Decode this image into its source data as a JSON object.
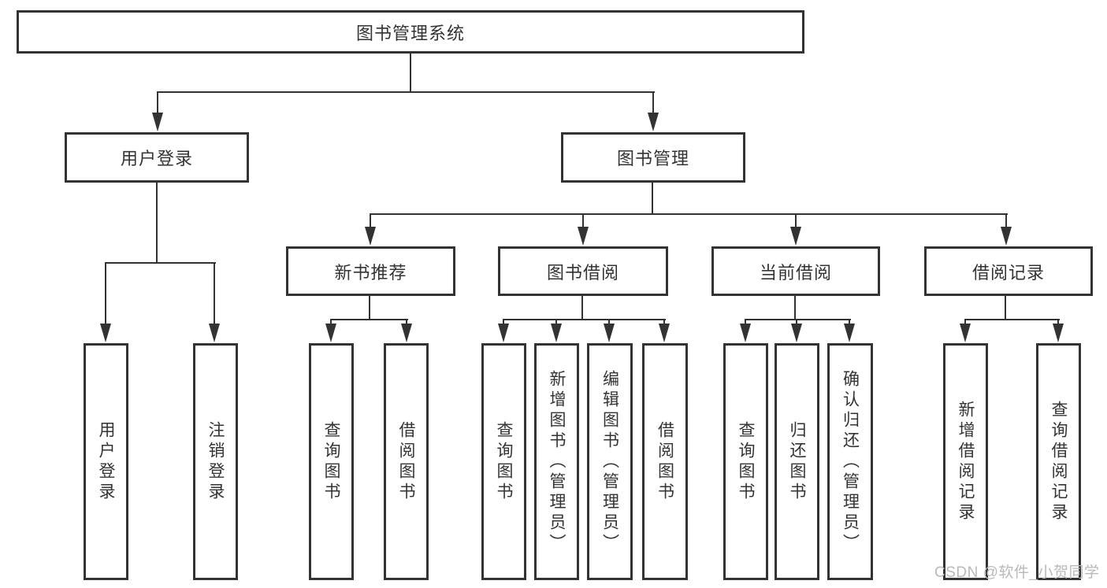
{
  "diagram": {
    "type": "hierarchy-tree",
    "root_label": "图书管理系统",
    "structure": {
      "图书管理系统": {
        "用户登录": [
          "用户登录",
          "注销登录"
        ],
        "图书管理": {
          "新书推荐": [
            "查询图书",
            "借阅图书"
          ],
          "图书借阅": [
            "查询图书",
            "新增图书（管理员）",
            "编辑图书（管理员）",
            "借阅图书"
          ],
          "当前借阅": [
            "查询图书",
            "归还图书",
            "确认归还（管理员）"
          ],
          "借阅记录": [
            "新增借阅记录",
            "查询借阅记录"
          ]
        }
      }
    }
  },
  "nodes": {
    "root": {
      "label": "图书管理系统"
    },
    "user_login": {
      "label": "用户登录"
    },
    "book_mgmt": {
      "label": "图书管理"
    },
    "new_books": {
      "label": "新书推荐"
    },
    "book_borrow": {
      "label": "图书借阅"
    },
    "current_borrow": {
      "label": "当前借阅"
    },
    "borrow_records": {
      "label": "借阅记录"
    },
    "leaf_user_login": {
      "label": "用户登录"
    },
    "leaf_logout": {
      "label": "注销登录"
    },
    "leaf_nb_query": {
      "label": "查询图书"
    },
    "leaf_nb_borrow": {
      "label": "借阅图书"
    },
    "leaf_bb_query": {
      "label": "查询图书"
    },
    "leaf_bb_add": {
      "label": "新增图书（管理员）"
    },
    "leaf_bb_edit": {
      "label": "编辑图书（管理员）"
    },
    "leaf_bb_borrow": {
      "label": "借阅图书"
    },
    "leaf_cb_query": {
      "label": "查询图书"
    },
    "leaf_cb_return": {
      "label": "归还图书"
    },
    "leaf_cb_confirm": {
      "label": "确认归还（管理员）"
    },
    "leaf_br_add": {
      "label": "新增借阅记录"
    },
    "leaf_br_query": {
      "label": "查询借阅记录"
    }
  },
  "watermark": {
    "text": "CSDN @软件_小贺同学"
  },
  "colors": {
    "line": "#333333",
    "text": "#333333",
    "box_background": "#ffffff",
    "watermark": "#b9b9b9",
    "page_background": "#ffffff"
  }
}
